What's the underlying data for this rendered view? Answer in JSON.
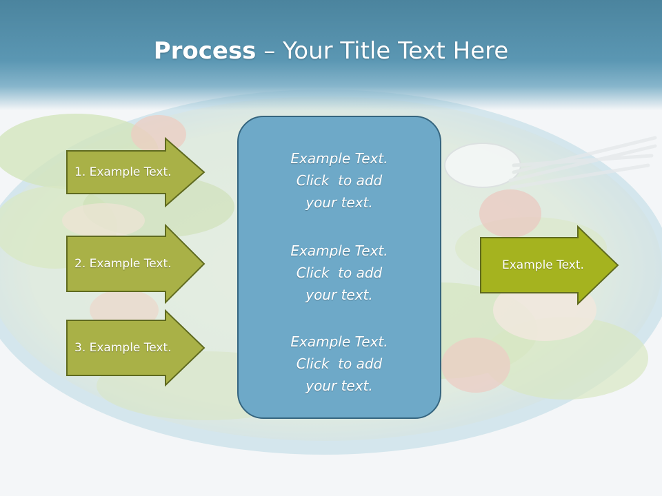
{
  "slide": {
    "title_bold": "Process",
    "title_rest": " – Your Title Text Here"
  },
  "left_arrows": [
    {
      "label": "1. Example Text."
    },
    {
      "label": "2. Example Text."
    },
    {
      "label": "3. Example Text."
    }
  ],
  "center_box": {
    "blocks": [
      {
        "line1": "Example Text.",
        "line2": "Click  to add",
        "line3": "your text."
      },
      {
        "line1": "Example Text.",
        "line2": "Click  to add",
        "line3": "your text."
      },
      {
        "line1": "Example Text.",
        "line2": "Click  to add",
        "line3": "your text."
      }
    ]
  },
  "right_arrow": {
    "label": "Example Text."
  },
  "colors": {
    "arrow_fill": "#a9b147",
    "arrow_border": "#5f6a1f",
    "right_arrow_fill": "#a5b31f",
    "box_fill": "#6ea9c8",
    "header": "#5b97b3"
  }
}
